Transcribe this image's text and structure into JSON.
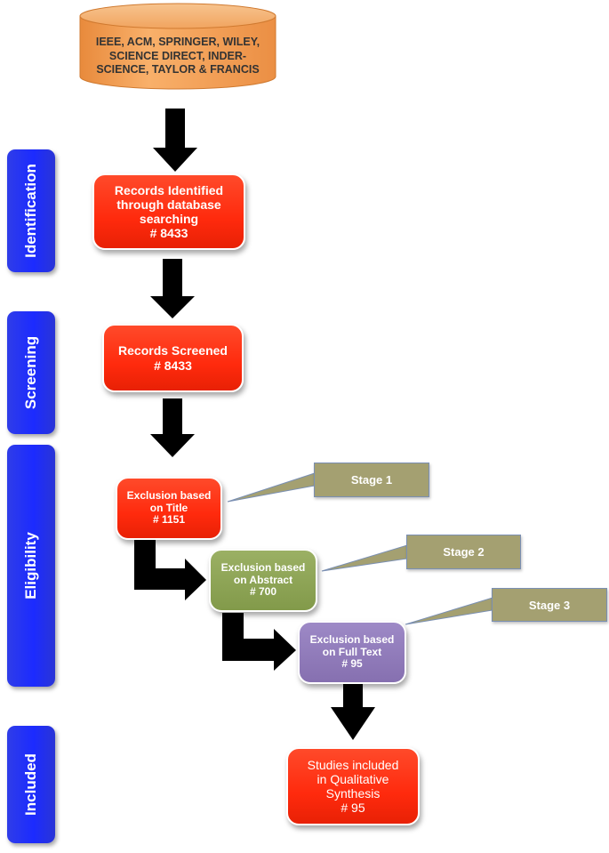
{
  "source_db": {
    "lines": [
      "IEEE, ACM, SPRINGER, WILEY,",
      "SCIENCE DIRECT, INDER-",
      "SCIENCE, TAYLOR & FRANCIS"
    ]
  },
  "phases": {
    "identification": "Identification",
    "screening": "Screening",
    "eligibility": "Eligibility",
    "included": "Included"
  },
  "records_identified": {
    "lines": [
      "Records Identified",
      "through database",
      "searching",
      "# 8433"
    ]
  },
  "records_screened": {
    "lines": [
      "Records Screened",
      "# 8433"
    ]
  },
  "exclusion_title": {
    "lines": [
      "Exclusion based",
      "on Title",
      "# 1151"
    ]
  },
  "exclusion_abstract": {
    "lines": [
      "Exclusion based",
      "on Abstract",
      "# 700"
    ]
  },
  "exclusion_fulltext": {
    "lines": [
      "Exclusion based",
      "on Full Text",
      "# 95"
    ]
  },
  "studies_included": {
    "lines": [
      "Studies included",
      "in Qualitative",
      "Synthesis",
      "# 95"
    ]
  },
  "stages": {
    "stage1": "Stage 1",
    "stage2": "Stage 2",
    "stage3": "Stage 3"
  },
  "colors": {
    "phase_blue": "#1c2bff",
    "box_red": "#ff2a0d",
    "box_green": "#829a4a",
    "box_purple": "#8670b0",
    "cylinder_orange": "#f4a460",
    "stage_tan": "#a4a071",
    "arrow": "#000000"
  }
}
